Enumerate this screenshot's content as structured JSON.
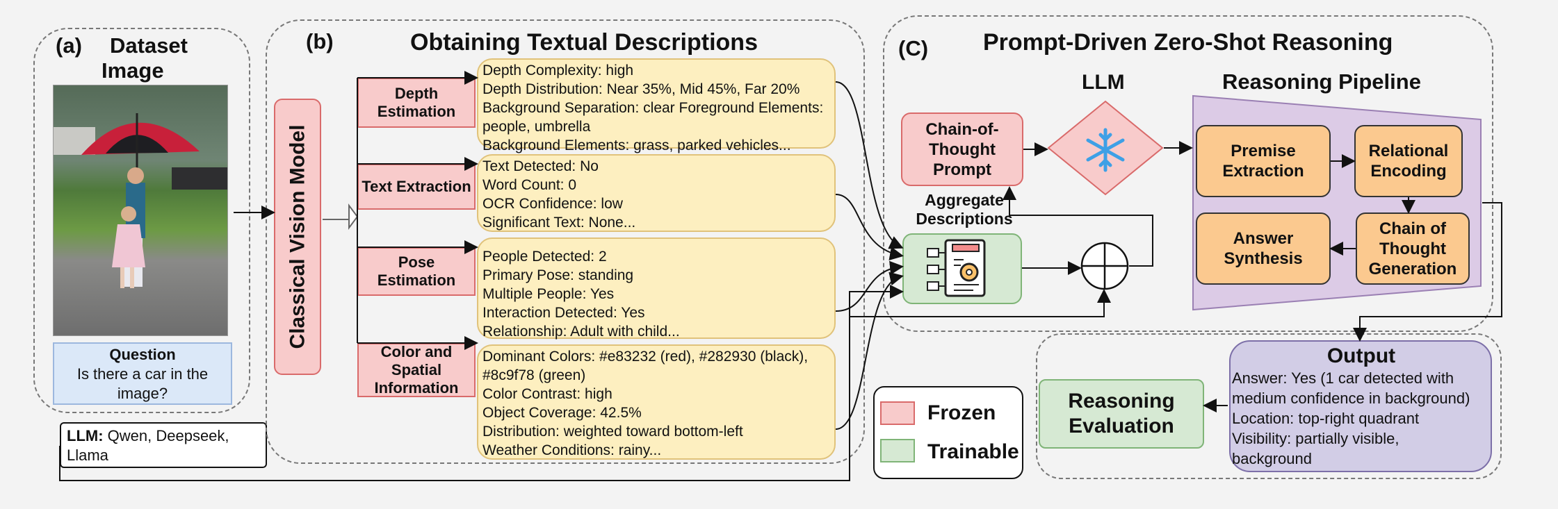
{
  "panel_a": {
    "tag": "(a)",
    "title_line1": "Dataset",
    "title_line2": "Image",
    "question_label": "Question",
    "question_text": "Is there a car in the image?",
    "llm_label": "LLM:",
    "llm_models": "Qwen, Deepseek, Llama"
  },
  "panel_b": {
    "tag": "(b)",
    "title": "Obtaining Textual Descriptions",
    "vision_model": "Classical Vision Model",
    "steps": [
      {
        "label": "Depth Estimation",
        "lines": [
          "Depth Complexity: high",
          "Depth Distribution: Near 35%, Mid 45%, Far 20%",
          "Background Separation: clear Foreground Elements:",
          "people, umbrella",
          "Background Elements: grass, parked vehicles..."
        ]
      },
      {
        "label": "Text Extraction",
        "lines": [
          "Text Detected: No",
          "Word Count: 0",
          "OCR Confidence: low",
          "Significant Text: None..."
        ]
      },
      {
        "label": "Pose Estimation",
        "lines": [
          "People Detected: 2",
          "Primary Pose: standing",
          "Multiple People: Yes",
          "Interaction Detected: Yes",
          "Relationship: Adult with child..."
        ]
      },
      {
        "label": "Color and Spatial Information",
        "lines": [
          "Dominant Colors: #e83232 (red), #282930 (black),",
          "#8c9f78 (green)",
          "Color Contrast: high",
          "Object Coverage: 42.5%",
          "Distribution: weighted toward bottom-left",
          "Weather Conditions: rainy..."
        ]
      }
    ]
  },
  "panel_c": {
    "tag": "(C)",
    "title": "Prompt-Driven Zero-Shot Reasoning",
    "cot_prompt": "Chain-of-Thought Prompt",
    "llm": "LLM",
    "aggregate": "Aggregate Descriptions",
    "pipeline_title": "Reasoning Pipeline",
    "premise": "Premise Extraction",
    "relational": "Relational Encoding",
    "cot_generation": "Chain of Thought Generation",
    "answer_synthesis": "Answer Synthesis"
  },
  "legend": {
    "frozen": "Frozen",
    "trainable": "Trainable",
    "frozen_color": "#f8cbcb",
    "trainable_color": "#d6e9d3"
  },
  "output": {
    "title": "Output",
    "lines": [
      "Answer: Yes (1 car detected with",
      "medium confidence in background)",
      "Location: top-right quadrant",
      "Visibility: partially visible,",
      "background"
    ],
    "evaluation": "Reasoning Evaluation"
  }
}
